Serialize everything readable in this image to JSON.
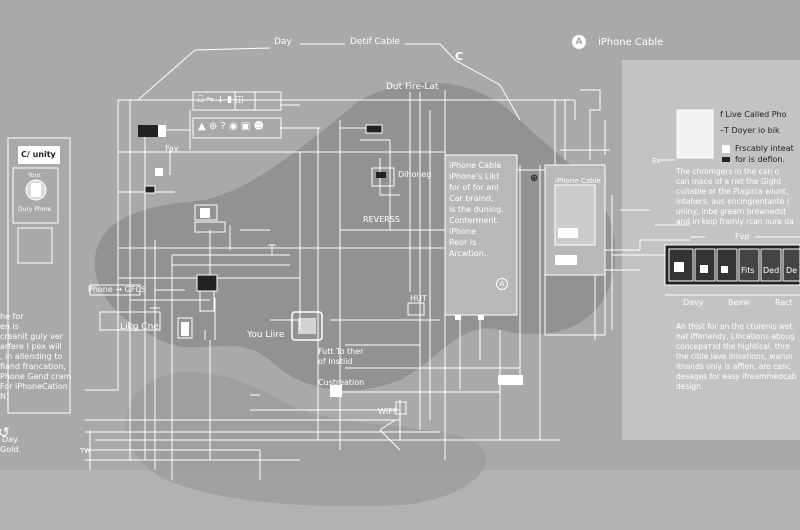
{
  "colors": {
    "background": "#a9a9a9",
    "blob": "#8e8e8e",
    "right_panel": "#c3c3c3",
    "wire": "#ffffff",
    "dark": "#222222"
  },
  "header": {
    "day": "Day",
    "detif_cable": "Detif Cable",
    "c_mark": "C",
    "a_mark": "A",
    "iphone_cable": "iPhone Cable"
  },
  "left_device": {
    "title": "C/ unity",
    "your": "Your",
    "dury_phme": "Dury Phme",
    "text_lines": [
      "he for",
      "en is",
      "",
      "creanit guly ver",
      "arfere I pex will",
      ", in allending to",
      "fiand francation,",
      "Phone Gand cram",
      "",
      "For iPhoneCation",
      "N)"
    ],
    "day": "Day",
    "gold": "Gold."
  },
  "labels": {
    "fay": "Fay",
    "phone_gfcs": "Phone → GFCS",
    "likg_cne": "Likg Cne",
    "dut_fire_lat": "Dut Fire-Lat",
    "dihoneg": "Dihoneg",
    "reverss": "REVERSS",
    "you_liire": "You Liire",
    "futt_lines": [
      "Futt To ther",
      "of Instiid"
    ],
    "custreation": "Custreation",
    "wiff": "WIFF",
    "hut": "HUT",
    "tw": "TW",
    "iphone_cable_small": "iPhone Cable",
    "ex": "Ex"
  },
  "center_box": {
    "lines": [
      "iPhone Cable",
      "iPhone's Likt",
      "for of for anl",
      "Car braind,",
      "is the duning.",
      "Conterment.",
      "",
      "iPhone",
      "Reor is",
      "Arcwtion."
    ],
    "a_mark": "A"
  },
  "right_panel": {
    "legend": [
      {
        "symbol": "f",
        "text": "Live Called Pho"
      },
      {
        "symbol": "–T",
        "text": "Doyer io bik"
      }
    ],
    "frscably_lines": [
      "Frscably inteat",
      "for is defion."
    ],
    "paragraph1": [
      "The chromgers in the can o",
      "can mace of a net the Gight",
      "cuitable or the Plagirca wiunt,",
      "intahers, aus encingrentante (",
      "uniny, inbe gream brewnedst",
      "and in keip framly rcan nure da"
    ],
    "fvp": "Fvp",
    "segments": [
      {
        "label": ""
      },
      {
        "label": ""
      },
      {
        "label": ""
      },
      {
        "label": "Fits"
      },
      {
        "label": "Ded"
      },
      {
        "label": "De"
      }
    ],
    "segment_labels": [
      "Davy",
      "Bexw",
      "Ract"
    ],
    "paragraph2": [
      "An thist for an the cturenis wet",
      "nat ifferlendy, Lincations aboug",
      "concератзd the hightical, thre",
      "the cible lave inisations, warun",
      "itnands only is affien, are canc",
      "desages for easy ifreammedcab",
      "design."
    ]
  }
}
